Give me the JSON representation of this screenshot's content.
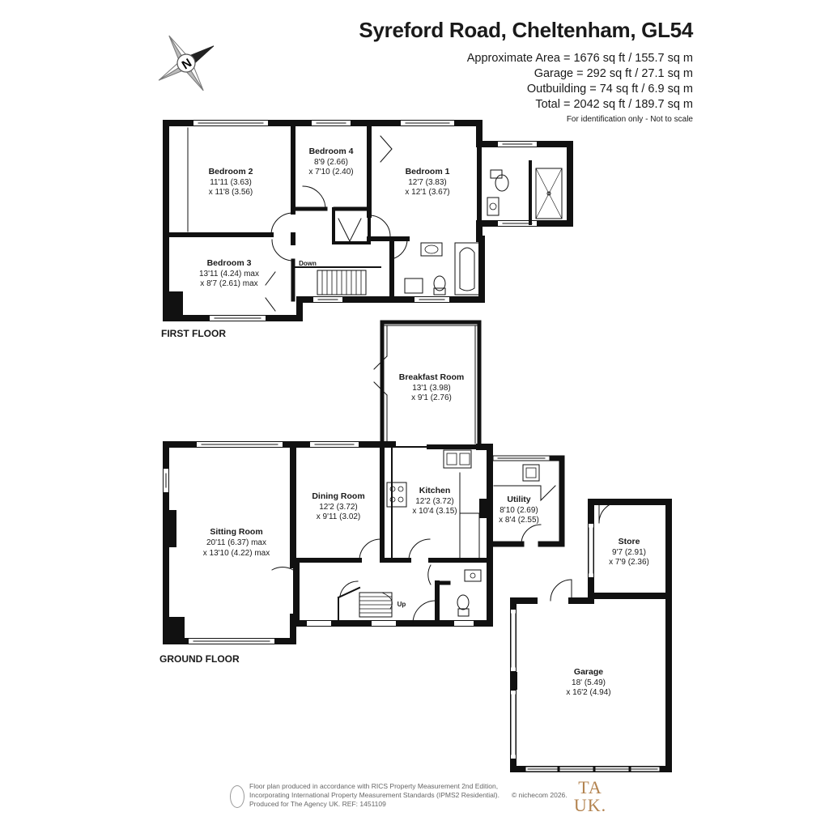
{
  "header": {
    "title": "Syreford Road, Cheltenham, GL54",
    "areas": [
      "Approximate Area = 1676 sq ft / 155.7 sq m",
      "Garage = 292 sq ft / 27.1 sq m",
      "Outbuilding = 74 sq ft / 6.9 sq m",
      "Total = 2042 sq ft / 189.7 sq m"
    ],
    "disclaimer": "For identification only - Not to scale"
  },
  "compass": {
    "letter": "N"
  },
  "floors": {
    "first": "FIRST FLOOR",
    "ground": "GROUND FLOOR"
  },
  "rooms": {
    "bedroom2": {
      "name": "Bedroom 2",
      "dim1": "11'11 (3.63)",
      "dim2": "x 11'8 (3.56)"
    },
    "bedroom4": {
      "name": "Bedroom 4",
      "dim1": "8'9 (2.66)",
      "dim2": "x 7'10 (2.40)"
    },
    "bedroom1": {
      "name": "Bedroom 1",
      "dim1": "12'7 (3.83)",
      "dim2": "x 12'1 (3.67)"
    },
    "bedroom3": {
      "name": "Bedroom 3",
      "dim1": "13'11 (4.24) max",
      "dim2": "x 8'7 (2.61) max"
    },
    "breakfast": {
      "name": "Breakfast Room",
      "dim1": "13'1 (3.98)",
      "dim2": "x 9'1 (2.76)"
    },
    "dining": {
      "name": "Dining Room",
      "dim1": "12'2 (3.72)",
      "dim2": "x 9'11 (3.02)"
    },
    "kitchen": {
      "name": "Kitchen",
      "dim1": "12'2 (3.72)",
      "dim2": "x 10'4 (3.15)"
    },
    "utility": {
      "name": "Utility",
      "dim1": "8'10 (2.69)",
      "dim2": "x 8'4 (2.55)"
    },
    "sitting": {
      "name": "Sitting Room",
      "dim1": "20'11 (6.37) max",
      "dim2": "x 13'10 (4.22) max"
    },
    "store": {
      "name": "Store",
      "dim1": "9'7 (2.91)",
      "dim2": "x 7'9 (2.36)"
    },
    "garage": {
      "name": "Garage",
      "dim1": "18' (5.49)",
      "dim2": "x 16'2 (4.94)"
    }
  },
  "stairs": {
    "down": "Down",
    "up": "Up"
  },
  "footer": {
    "lines": [
      "Floor plan produced in accordance with RICS Property Measurement 2nd Edition,",
      "Incorporating International Property Measurement Standards (IPMS2 Residential).",
      "Produced for The Agency UK.   REF:  1451109"
    ],
    "copyright": "© nichecom 2026.",
    "brand_top": "TA",
    "brand_bottom": "UK."
  }
}
